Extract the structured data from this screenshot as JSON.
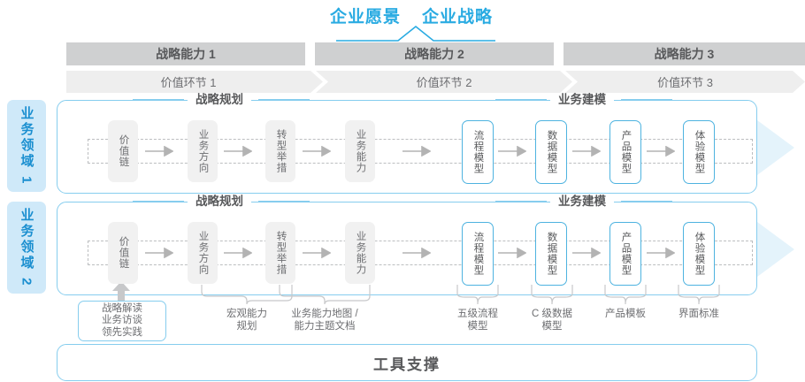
{
  "header": {
    "titles": [
      "企业愿景",
      "企业战略"
    ],
    "accent_color": "#29abe2"
  },
  "capabilities": [
    {
      "label": "战略能力 1"
    },
    {
      "label": "战略能力 2"
    },
    {
      "label": "战略能力 3"
    }
  ],
  "value_chains": [
    {
      "label": "价值环节 1"
    },
    {
      "label": "价值环节 2"
    },
    {
      "label": "价值环节 3"
    }
  ],
  "domains": [
    {
      "label": "业务领域 1"
    },
    {
      "label": "业务领域 2"
    }
  ],
  "sections": [
    {
      "title": "战略规划"
    },
    {
      "title": "业务建模"
    }
  ],
  "nodes": {
    "planning": [
      {
        "label": "价值链"
      },
      {
        "label": "业务方向"
      },
      {
        "label": "转型举措"
      },
      {
        "label": "业务能力"
      }
    ],
    "modeling": [
      {
        "label": "流程模型"
      },
      {
        "label": "数据模型"
      },
      {
        "label": "产品模型"
      },
      {
        "label": "体验模型"
      }
    ]
  },
  "bottom": {
    "tool_box": [
      "战略解读",
      "业务访谈",
      "领先实践"
    ],
    "labels": [
      {
        "line1": "宏观能力",
        "line2": "规划"
      },
      {
        "line1": "业务能力地图 /",
        "line2": "能力主题文档"
      },
      {
        "line1": "五级流程",
        "line2": "模型"
      },
      {
        "line1": "C 级数据",
        "line2": "模型"
      },
      {
        "line1": "产品模板",
        "line2": ""
      },
      {
        "line1": "界面标准",
        "line2": ""
      }
    ]
  },
  "footer": {
    "label": "工具支撑"
  },
  "colors": {
    "blue": "#29abe2",
    "light_blue_border": "#86cdee",
    "cap_bar_gray": "#cfd0d1",
    "vc_bar_gray": "#eeeeee",
    "node_gray": "#f1f1f1",
    "side_label_bg": "#cfe9f9",
    "text_gray": "#6d6e71"
  }
}
